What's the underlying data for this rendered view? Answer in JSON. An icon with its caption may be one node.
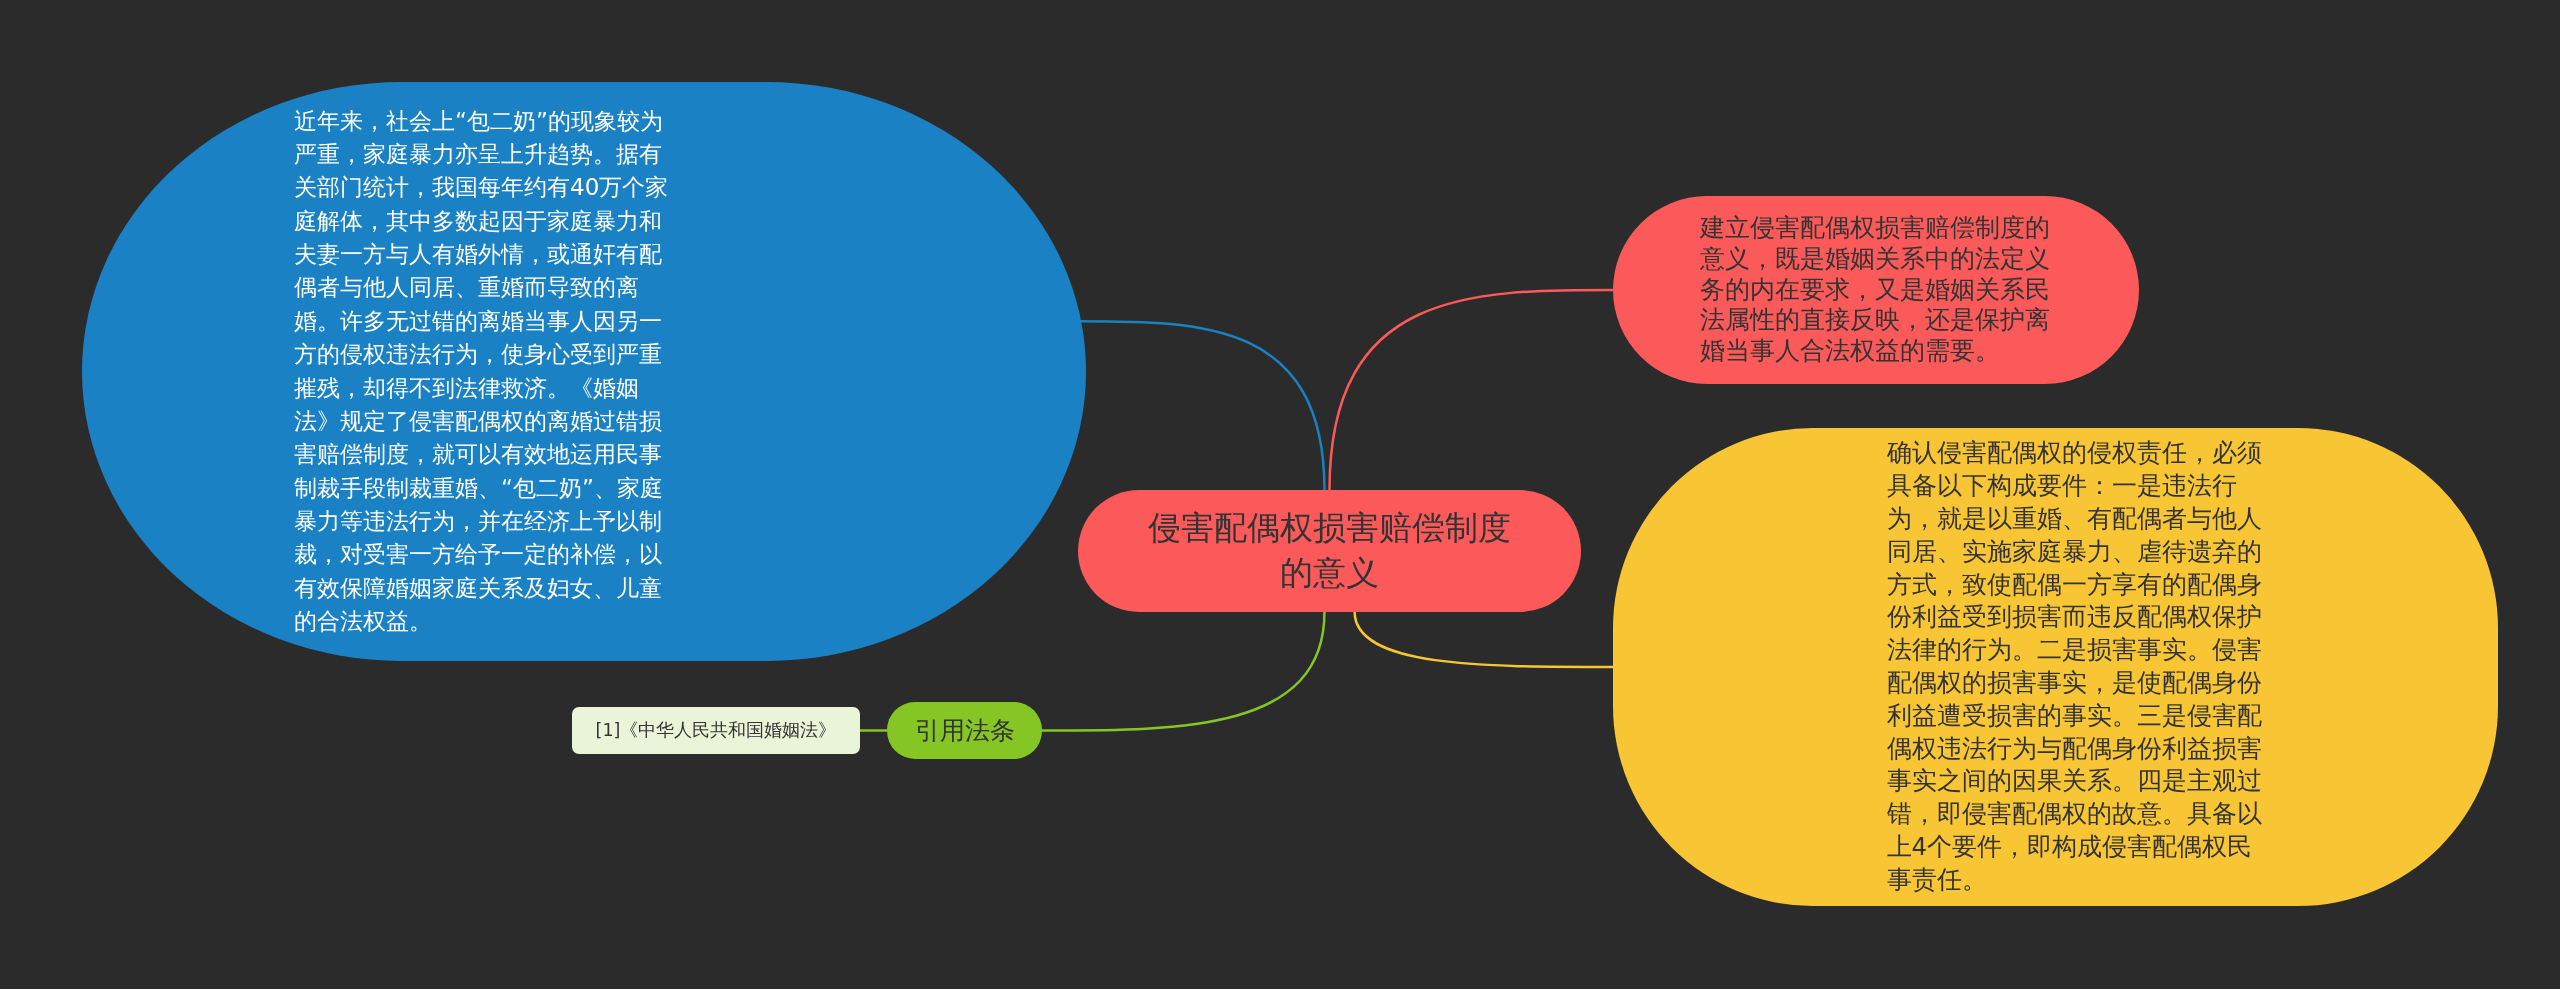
{
  "diagram": {
    "nodes": [
      {
        "text": [
          "侵害配偶权损害赔偿制度的意义"
        ]
      },
      {
        "text": [
          "近年来，社会上“包二奶”的现象较为严重，家庭暴力亦呈上升趋势。据有关部门统计，我国每年约有40万个家庭解体，其中多数起因于家庭暴力和夫妻一方与人有婚外情，或通奸有配偶者与他人同居、重婚而导致的离婚。许多无过错的离婚当事人因另一方的侵权违法行为，使身心受到严重摧残，却得不到法律救济。《婚姻法》规定了侵害配偶权的离婚过错损害赔偿制度，就可以有效地运用民事制裁手段制裁重婚、“包二奶”、家庭暴力等违法行为，并在经济上予以制裁，对受害一方给予一定的补偿，以有效保障婚姻家庭关系及妇女、儿童的合法权益。"
        ]
      },
      {
        "text": [
          "建立侵害配偶权损害赔偿制度的意义，既是婚姻关系中的法定义务的内在要求，又是婚姻关系民法属性的直接反映，还是保护离婚当事人合法权益的需要。"
        ]
      },
      {
        "text": [
          "确认侵害配偶权的侵权责任，必须具备以下构成要件：一是违法行为，就是以重婚、有配偶者与他人同居、实施家庭暴力、虐待遗弃的方式，致使配偶一方享有的配偶身份利益受到损害而违反配偶权保护法律的行为。二是损害事实。侵害配偶权的损害事实，是使配偶身份利益遭受损害的事实。三是侵害配偶权违法行为与配偶身份利益损害事实之间的因果关系。四是主观过错，即侵害配偶权的故意。具备以上4个要件，即构成侵害配偶权民事责任。"
        ]
      },
      {
        "text": [
          "引用法条"
        ]
      },
      {
        "text": [
          "[1]《中华人民共和国婚姻法》"
        ]
      }
    ],
    "edges": [
      {
        "from": 0,
        "to": 1,
        "arrow": "none",
        "color": "#1a82c4"
      },
      {
        "from": 0,
        "to": 2,
        "arrow": "none",
        "color": "#fc5a5a"
      },
      {
        "from": 0,
        "to": 3,
        "arrow": "none",
        "color": "#f8c634"
      },
      {
        "from": 0,
        "to": 4,
        "arrow": "none",
        "color": "#86c624"
      },
      {
        "from": 4,
        "to": 5,
        "arrow": "none",
        "color": "#86c624"
      }
    ]
  }
}
